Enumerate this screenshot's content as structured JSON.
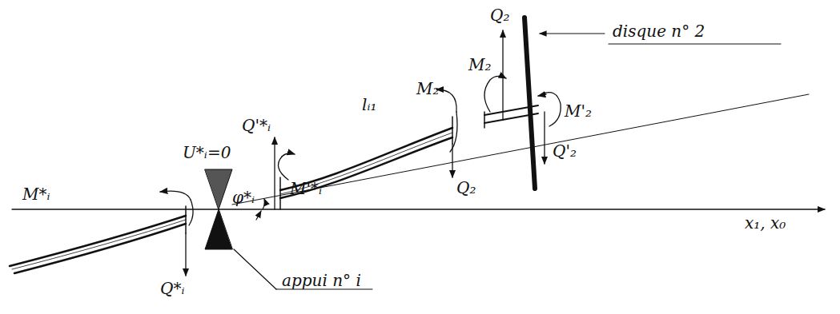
{
  "diagram": {
    "labels": [
      "disque n° 2",
      "Q₂",
      "M₂",
      "M'₂",
      "Q'₂",
      "M₂",
      "Q₂",
      "lᵢ₁",
      "Q'*ᵢ",
      "M'*ᵢ",
      "U*ᵢ=0",
      "φ*ᵢ",
      "M*ᵢ",
      "Q*ᵢ",
      "x₁, x₀",
      "appui n° i"
    ]
  }
}
